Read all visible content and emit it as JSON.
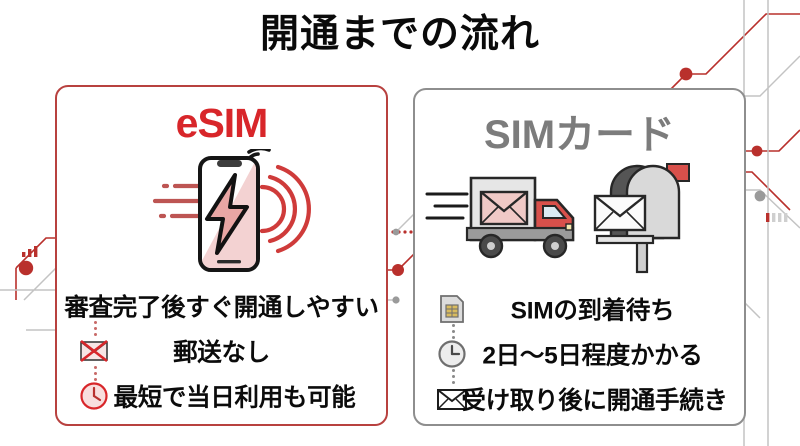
{
  "page": {
    "title": "開通までの流れ",
    "background": "#ffffff"
  },
  "colors": {
    "accent_red": "#d8262a",
    "card_red_border": "#b8413f",
    "gray": "#7c7c7c",
    "card_gray_border": "#8e8e8e",
    "text_black": "#0b0b0b",
    "circuit_red": "#c0504d",
    "circuit_gray": "#b5b5b5"
  },
  "cards": [
    {
      "id": "esim",
      "heading": "eSIM",
      "heading_color": "#d8262a",
      "border_color": "#b8413f",
      "artwork": "smartphone-lightning-icon",
      "bullets": [
        {
          "icon": "none",
          "icon_name": "no-icon",
          "text": "審査完了後すぐ開通しやすい"
        },
        {
          "icon": "envelope-crossed",
          "icon_name": "envelope-crossed-icon",
          "text": "郵送なし"
        },
        {
          "icon": "clock",
          "icon_name": "clock-icon",
          "text": "最短で当日利用も可能"
        }
      ]
    },
    {
      "id": "simcard",
      "heading": "SIMカード",
      "heading_color": "#7c7c7c",
      "border_color": "#8e8e8e",
      "artwork": "delivery-truck-and-mailbox-icon",
      "bullets": [
        {
          "icon": "sim-chip",
          "icon_name": "sim-chip-icon",
          "text": "SIMの到着待ち"
        },
        {
          "icon": "clock-gray",
          "icon_name": "clock-icon",
          "text": "2日〜5日程度かかる"
        },
        {
          "icon": "envelope",
          "icon_name": "envelope-icon",
          "text": "受け取り後に開通手続き"
        }
      ]
    }
  ]
}
